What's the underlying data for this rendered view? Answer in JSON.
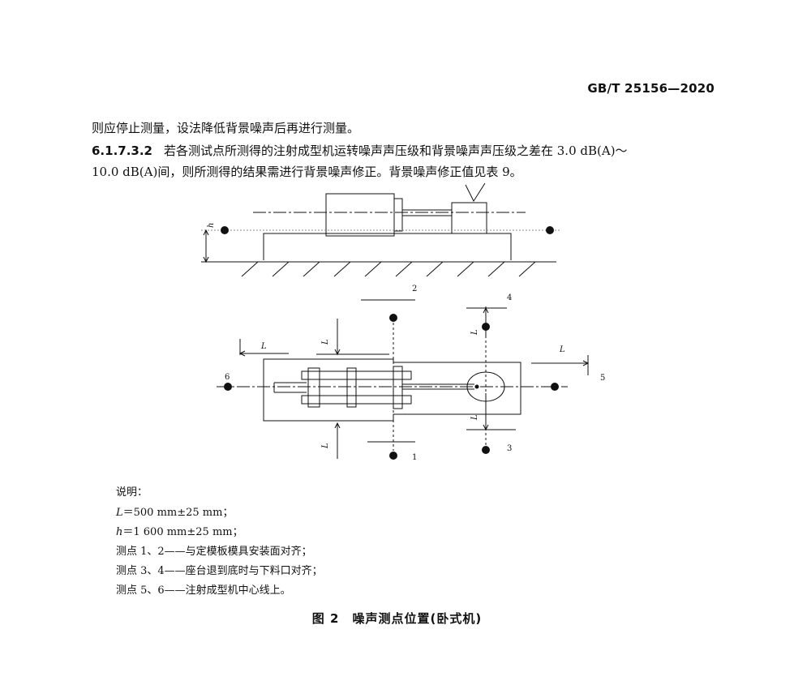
{
  "header": {
    "standard_number": "GB/T 25156—2020"
  },
  "body_text": {
    "line1": "则应停止测量，设法降低背景噪声后再进行测量。",
    "clause_number": "6.1.7.3.2",
    "clause_text_line1": "若各测试点所测得的注射成型机运转噪声声压级和背景噪声声压级之差在 3.0 dB(A)～",
    "clause_text_line2": "10.0 dB(A)间，则所测得的结果需进行背景噪声修正。背景噪声修正值见表 9。"
  },
  "figure": {
    "side_view_labels": {
      "h": "h"
    },
    "top_view_labels": {
      "p1": "1",
      "p2": "2",
      "p3": "3",
      "p4": "4",
      "p5": "5",
      "p6": "6",
      "L": "L"
    }
  },
  "legend": {
    "title": "说明：",
    "items": [
      {
        "symbol": "L",
        "text": "＝500 mm±25 mm；"
      },
      {
        "symbol": "h",
        "text": "＝1 600 mm±25 mm；"
      },
      {
        "symbol": "",
        "text": "测点 1、2——与定模板模具安装面对齐；"
      },
      {
        "symbol": "",
        "text": "测点 3、4——座台退到底时与下料口对齐；"
      },
      {
        "symbol": "",
        "text": "测点 5、6——注射成型机中心线上。"
      }
    ]
  },
  "caption": {
    "number": "图 2",
    "title": "噪声测点位置(卧式机)"
  }
}
